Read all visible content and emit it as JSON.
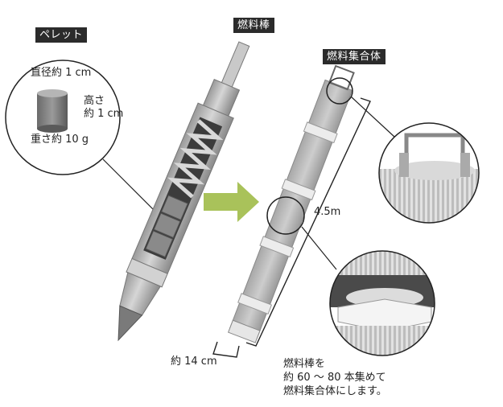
{
  "labels": {
    "pellet_tag": "ペレット",
    "fuel_rod_tag": "燃料棒",
    "assembly_tag": "燃料集合体"
  },
  "pellet": {
    "diameter": "直径約 1 cm",
    "height_line1": "高さ",
    "height_line2": "約 1 cm",
    "weight": "重さ約 10 g"
  },
  "assembly": {
    "length": "4.5m",
    "width": "約 14 cm"
  },
  "note": {
    "line1": "燃料棒を",
    "line2": "約 60 ～ 80 本集めて",
    "line3": "燃料集合体にします。"
  },
  "colors": {
    "arrow": "#a9c25a",
    "metal": "#c8c8c8",
    "metal_dark": "#8c8c8c",
    "tag_bg": "#2b2b2b"
  }
}
